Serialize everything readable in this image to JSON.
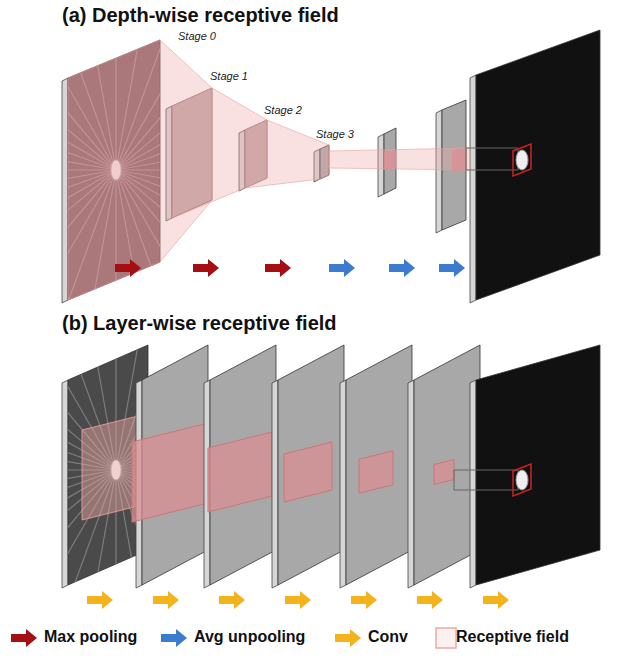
{
  "diagram": {
    "labels": [
      "(a) Depth-wise receptive field",
      "Stage 0",
      "Stage 1",
      "Stage 2",
      "Stage 3",
      "(b) Layer-wise receptive field"
    ],
    "legend": [
      {
        "text": "Max pooling",
        "color": "#a50f12"
      },
      {
        "text": "Avg unpooling",
        "color": "#3b7bd0"
      },
      {
        "text": "Conv",
        "color": "#f2b31c"
      },
      {
        "text": "Receptive field"
      }
    ]
  }
}
